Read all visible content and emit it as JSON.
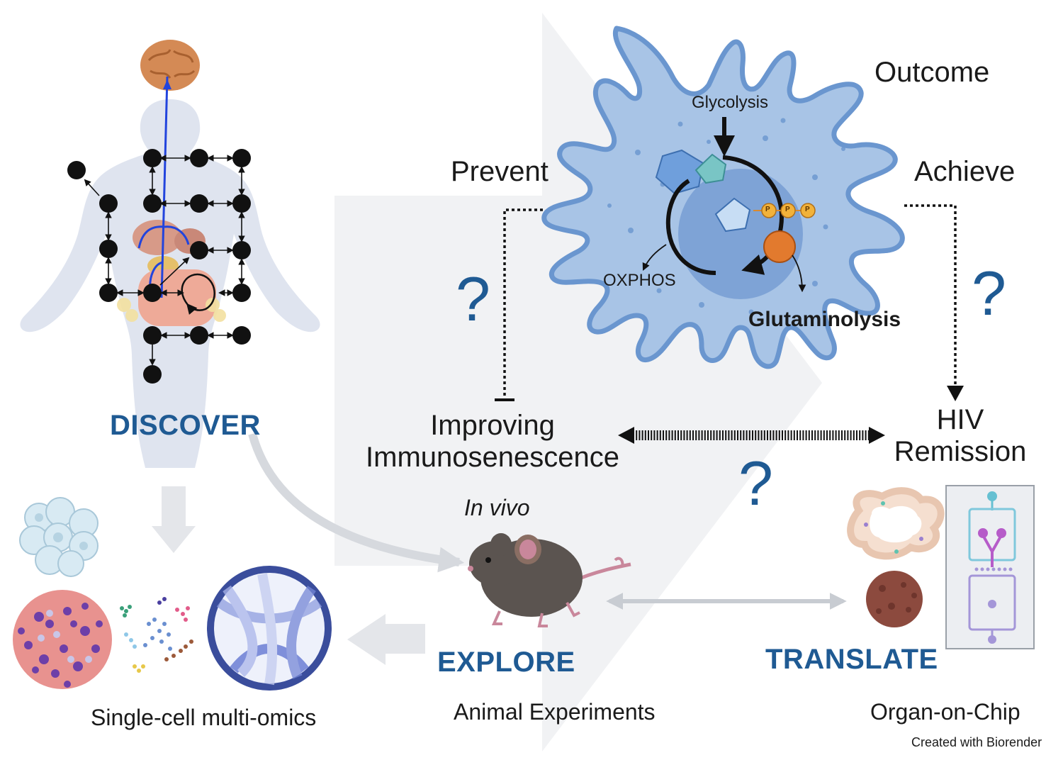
{
  "labels": {
    "outcome": "Outcome",
    "prevent": "Prevent",
    "achieve": "Achieve",
    "glycolysis": "Glycolysis",
    "oxphos": "OXPHOS",
    "glutaminolysis": "Glutaminolysis",
    "phosphate": "P",
    "improving_line1": "Improving",
    "improving_line2": "Immunosenescence",
    "hiv_line1": "HIV",
    "hiv_line2": "Remission",
    "question": "?",
    "in_vivo": "In vivo",
    "discover": "DISCOVER",
    "explore": "EXPLORE",
    "translate": "TRANSLATE",
    "single_cell": "Single-cell multi-omics",
    "animal": "Animal Experiments",
    "organ_chip": "Organ-on-Chip",
    "credit": "Created with Biorender"
  },
  "colors": {
    "accent_blue": "#1f5a93",
    "cell_fill": "#a8c4e6",
    "cell_outline": "#6a96cf",
    "nucleus": "#7ea3d6",
    "orange": "#e27a2e",
    "body_silhouette": "#dfe4ef",
    "arrow_gray": "#e4e6ea"
  },
  "icons": [
    "brain-icon",
    "human-body-icon",
    "macrophage-cell-icon",
    "mouse-icon",
    "organoid-icon",
    "organ-chip-icon",
    "cell-cluster-icon",
    "circos-plot-icon",
    "umap-plot-icon",
    "hexbin-plot-icon"
  ]
}
